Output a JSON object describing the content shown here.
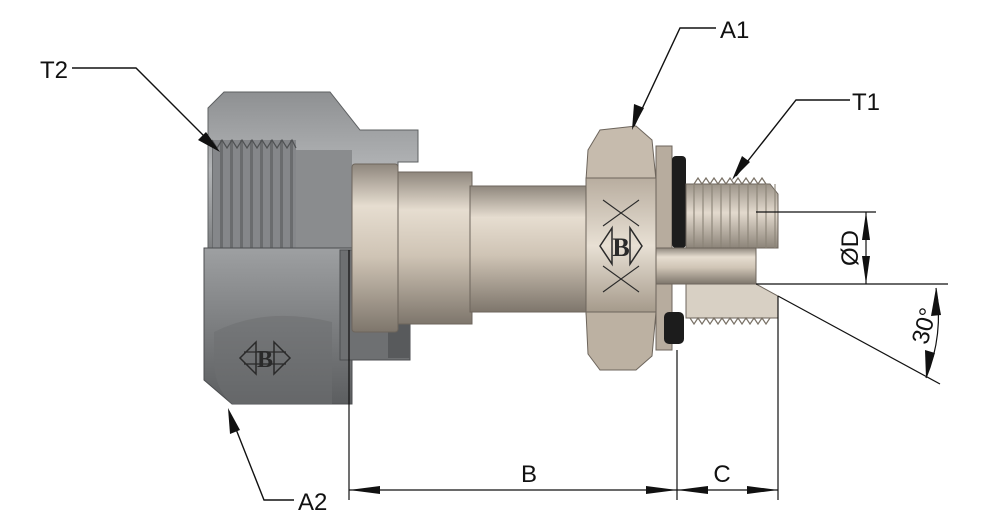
{
  "labels": {
    "t2": "T2",
    "t1": "T1",
    "a1": "A1",
    "a2": "A2",
    "b": "B",
    "c": "C",
    "d": "ØD",
    "angle": "30°"
  },
  "logo_text": "B",
  "colors": {
    "nut_dark": "#6f7173",
    "nut_light": "#a4a6a8",
    "body_light": "#ddd3c5",
    "body_mid": "#bfb3a4",
    "body_dark": "#8a8279",
    "seal": "#1c1c1c"
  }
}
